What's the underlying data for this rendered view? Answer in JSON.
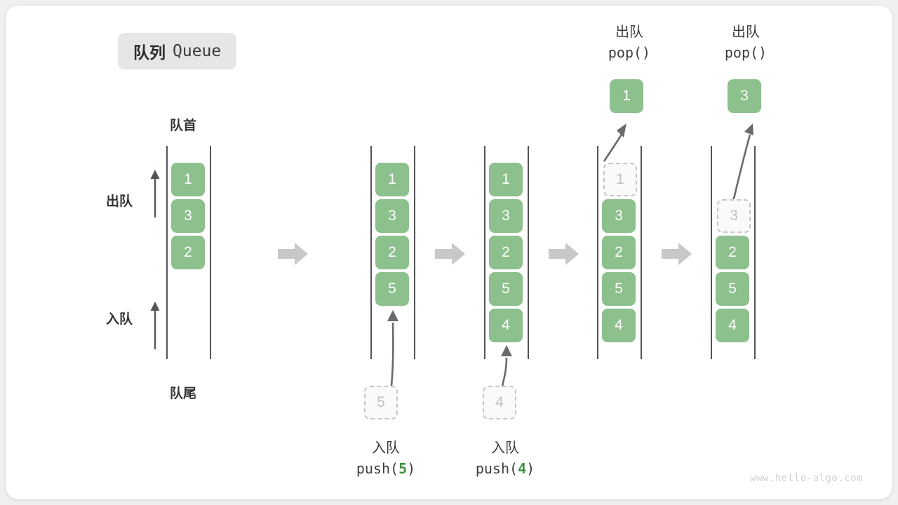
{
  "title": {
    "cn": "队列",
    "en": "Queue"
  },
  "labels": {
    "head": "队首",
    "tail": "队尾",
    "dequeue": "出队",
    "enqueue": "入队"
  },
  "colors": {
    "cell_green": "#8cc08c",
    "ghost_gray": "#c6c6c6",
    "text_dark": "#333333",
    "code_number_green": "#3f9142",
    "step_arrow_gray": "#c8c8c8",
    "card_white": "#ffffff",
    "page_gray": "#f0f0f0"
  },
  "columns": [
    {
      "name": "initial",
      "cells": [
        "1",
        "3",
        "2"
      ],
      "ghost_index": -1,
      "caption": null,
      "popped": null
    },
    {
      "name": "after-push-5",
      "cells": [
        "1",
        "3",
        "2",
        "5"
      ],
      "ghost_index": -1,
      "caption": {
        "cn": "入队",
        "code_prefix": "push(",
        "code_value": "5",
        "code_suffix": ")"
      },
      "incoming": "5",
      "popped": null
    },
    {
      "name": "after-push-4",
      "cells": [
        "1",
        "3",
        "2",
        "5",
        "4"
      ],
      "ghost_index": -1,
      "caption": {
        "cn": "入队",
        "code_prefix": "push(",
        "code_value": "4",
        "code_suffix": ")"
      },
      "incoming": "4",
      "popped": null
    },
    {
      "name": "pop-1",
      "cells": [
        "1",
        "3",
        "2",
        "5",
        "4"
      ],
      "ghost_index": 0,
      "caption": null,
      "popped": {
        "value": "1",
        "cn": "出队",
        "code": "pop()"
      }
    },
    {
      "name": "pop-3",
      "cells": [
        "",
        "3",
        "2",
        "5",
        "4"
      ],
      "ghost_index": 1,
      "caption": null,
      "popped": {
        "value": "3",
        "cn": "出队",
        "code": "pop()"
      }
    }
  ],
  "watermark": "www.hello-algo.com"
}
